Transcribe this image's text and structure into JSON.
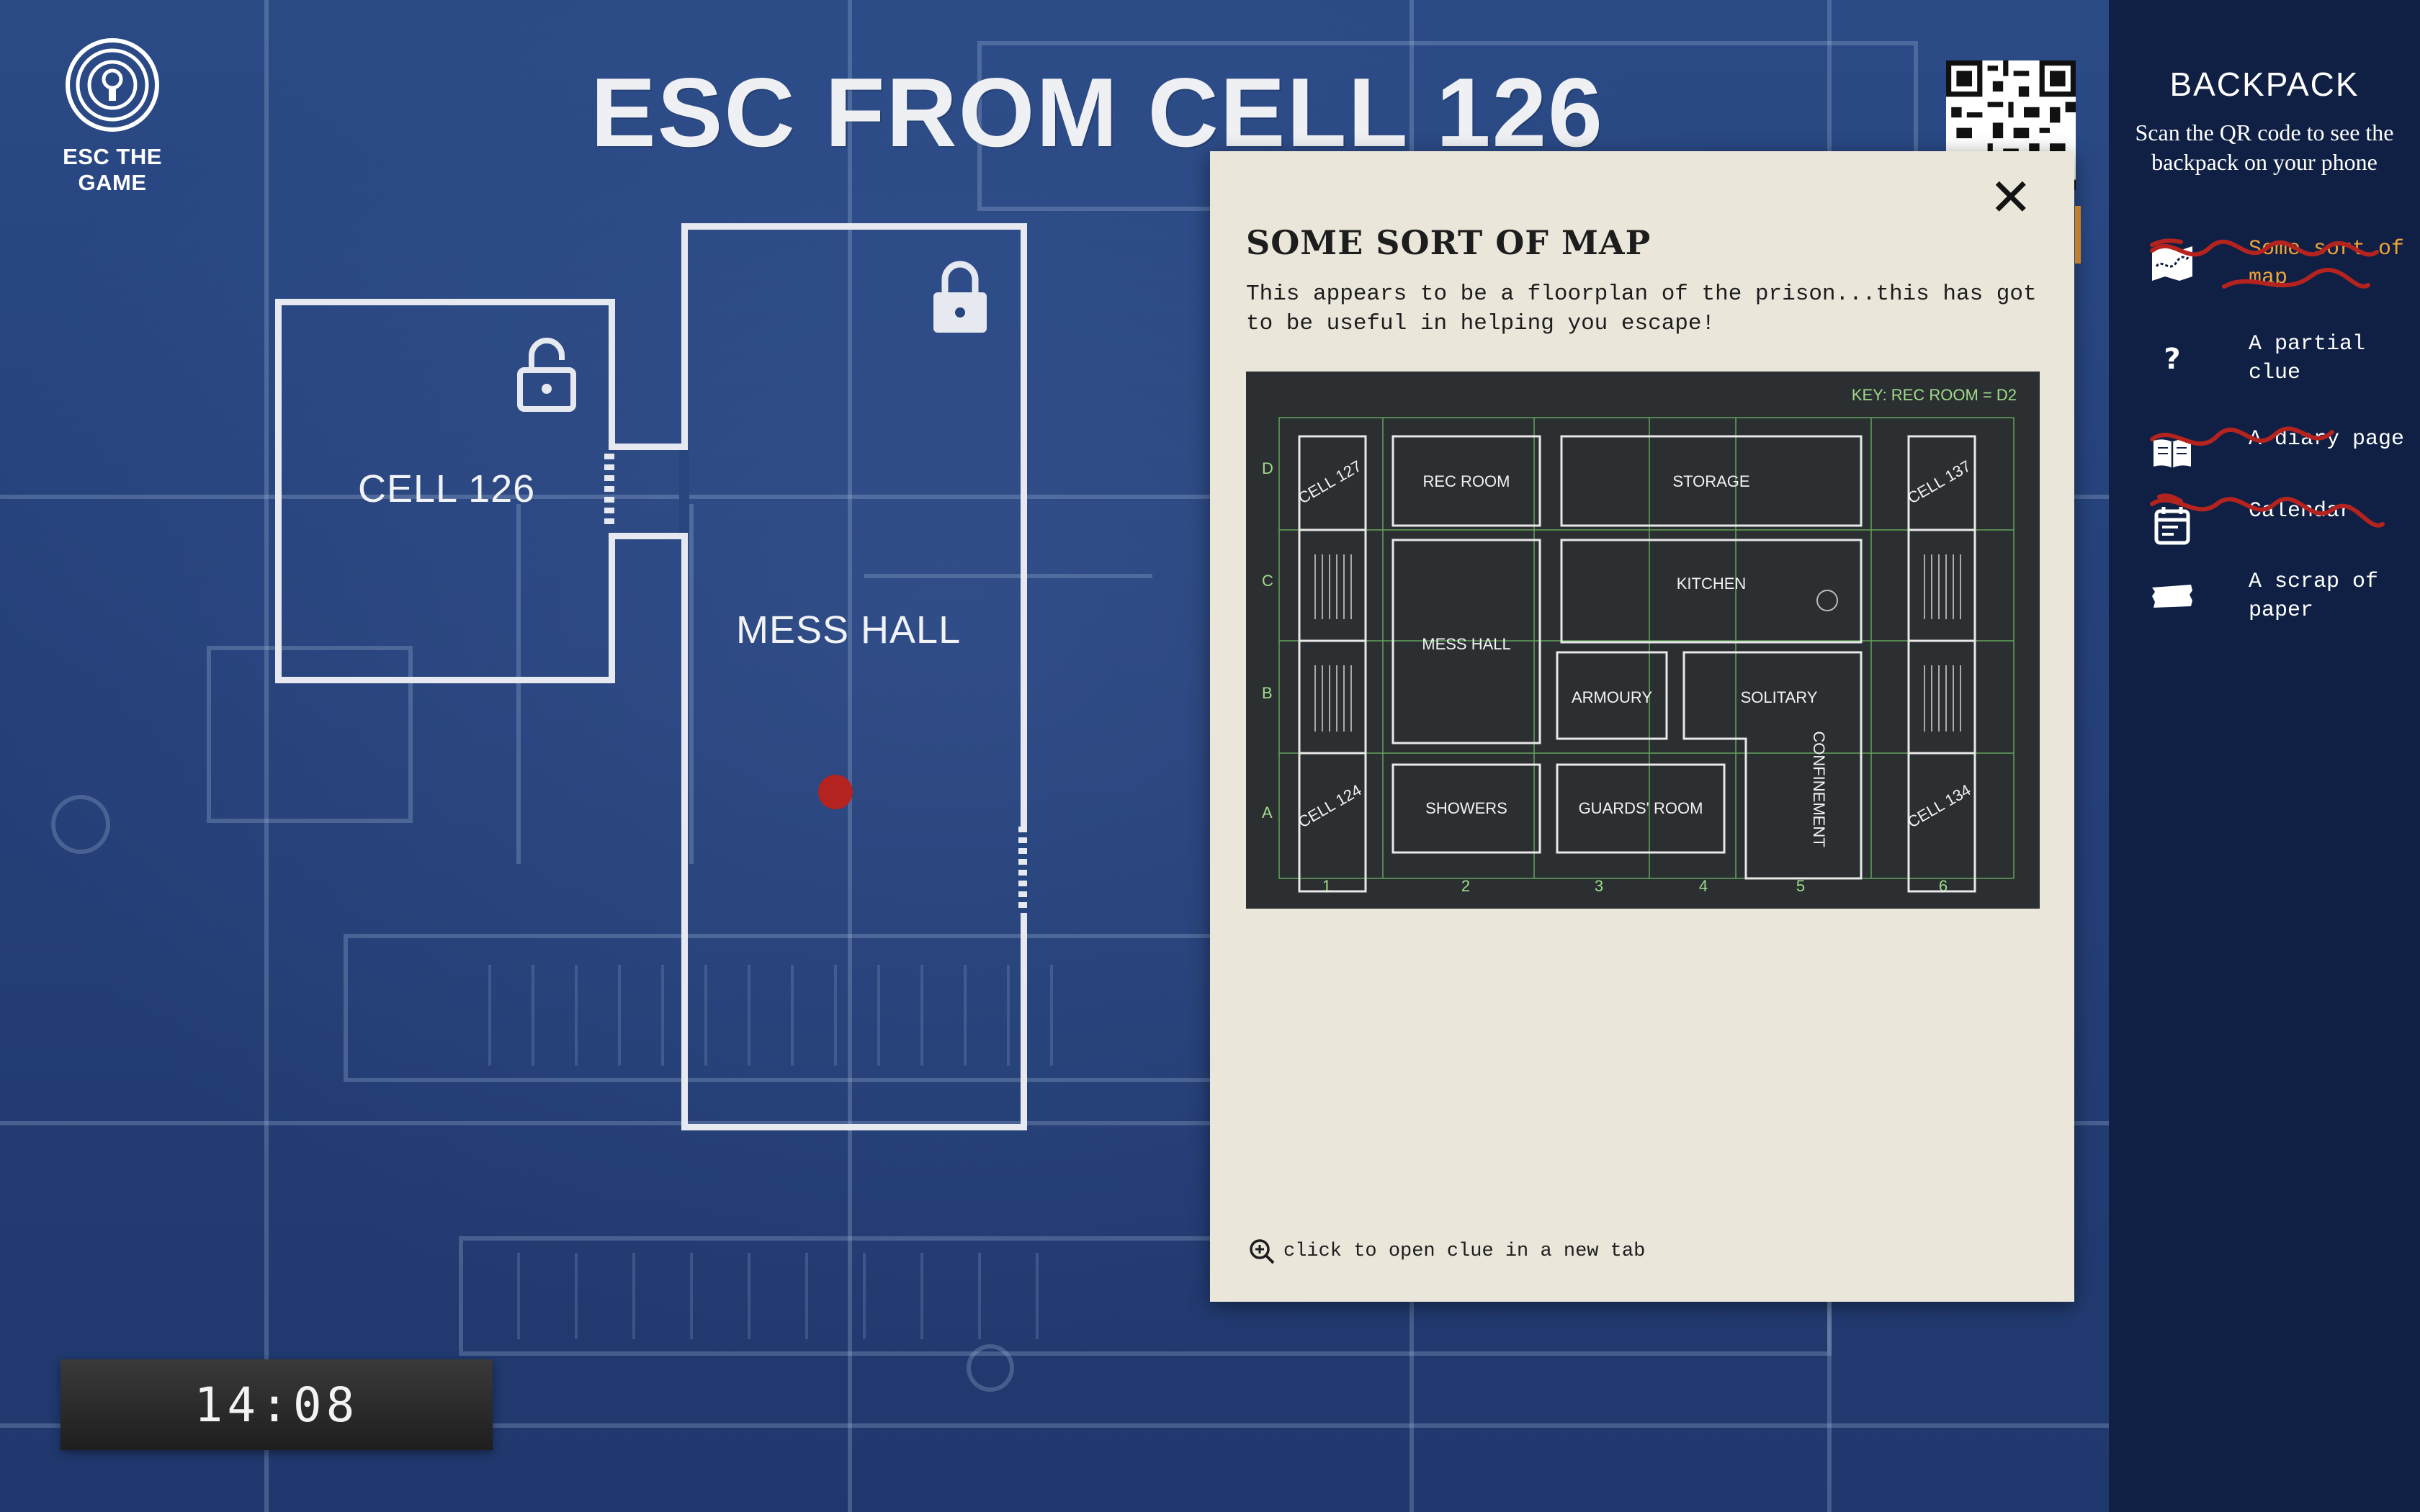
{
  "brand": {
    "name": "ESC THE GAME"
  },
  "game": {
    "title": "ESC FROM CELL 126"
  },
  "floorplan": {
    "rooms": [
      {
        "label": "CELL 126",
        "locked": false
      },
      {
        "label": "MESS HALL",
        "locked": true
      }
    ]
  },
  "timer": {
    "value": "14:08"
  },
  "clue": {
    "title": "SOME SORT OF MAP",
    "description": "This appears to be a floorplan of the prison...this has got to be useful in helping you escape!",
    "open_hint": "click to open clue in a new tab",
    "map": {
      "key": "KEY: REC ROOM = D2",
      "rows": [
        "D",
        "C",
        "B",
        "A"
      ],
      "cols": [
        "1",
        "2",
        "3",
        "4",
        "5",
        "6"
      ],
      "cells": [
        "CELL 127",
        "CELL 137",
        "CELL 124",
        "CELL 134"
      ],
      "rooms": [
        "REC ROOM",
        "STORAGE",
        "MESS HALL",
        "KITCHEN",
        "ARMOURY",
        "SOLITARY",
        "CONFINEMENT",
        "SHOWERS",
        "GUARDS' ROOM"
      ]
    }
  },
  "backpack": {
    "title": "BACKPACK",
    "description": "Scan the QR code to see the backpack on your phone",
    "items": [
      {
        "label": "Some sort of map",
        "icon": "map-icon",
        "used": true,
        "active": true
      },
      {
        "label": "A partial clue",
        "icon": "question-icon",
        "used": false,
        "active": false
      },
      {
        "label": "A diary page",
        "icon": "book-icon",
        "used": true,
        "active": false
      },
      {
        "label": "Calendar",
        "icon": "calendar-icon",
        "used": true,
        "active": false
      },
      {
        "label": "A scrap of paper",
        "icon": "paper-scrap-icon",
        "used": false,
        "active": false
      }
    ]
  },
  "colors": {
    "accent": "#f0a23a",
    "marker": "#b52320",
    "sidebar": "#0f2044",
    "map_lines": "#9fdc8c"
  }
}
